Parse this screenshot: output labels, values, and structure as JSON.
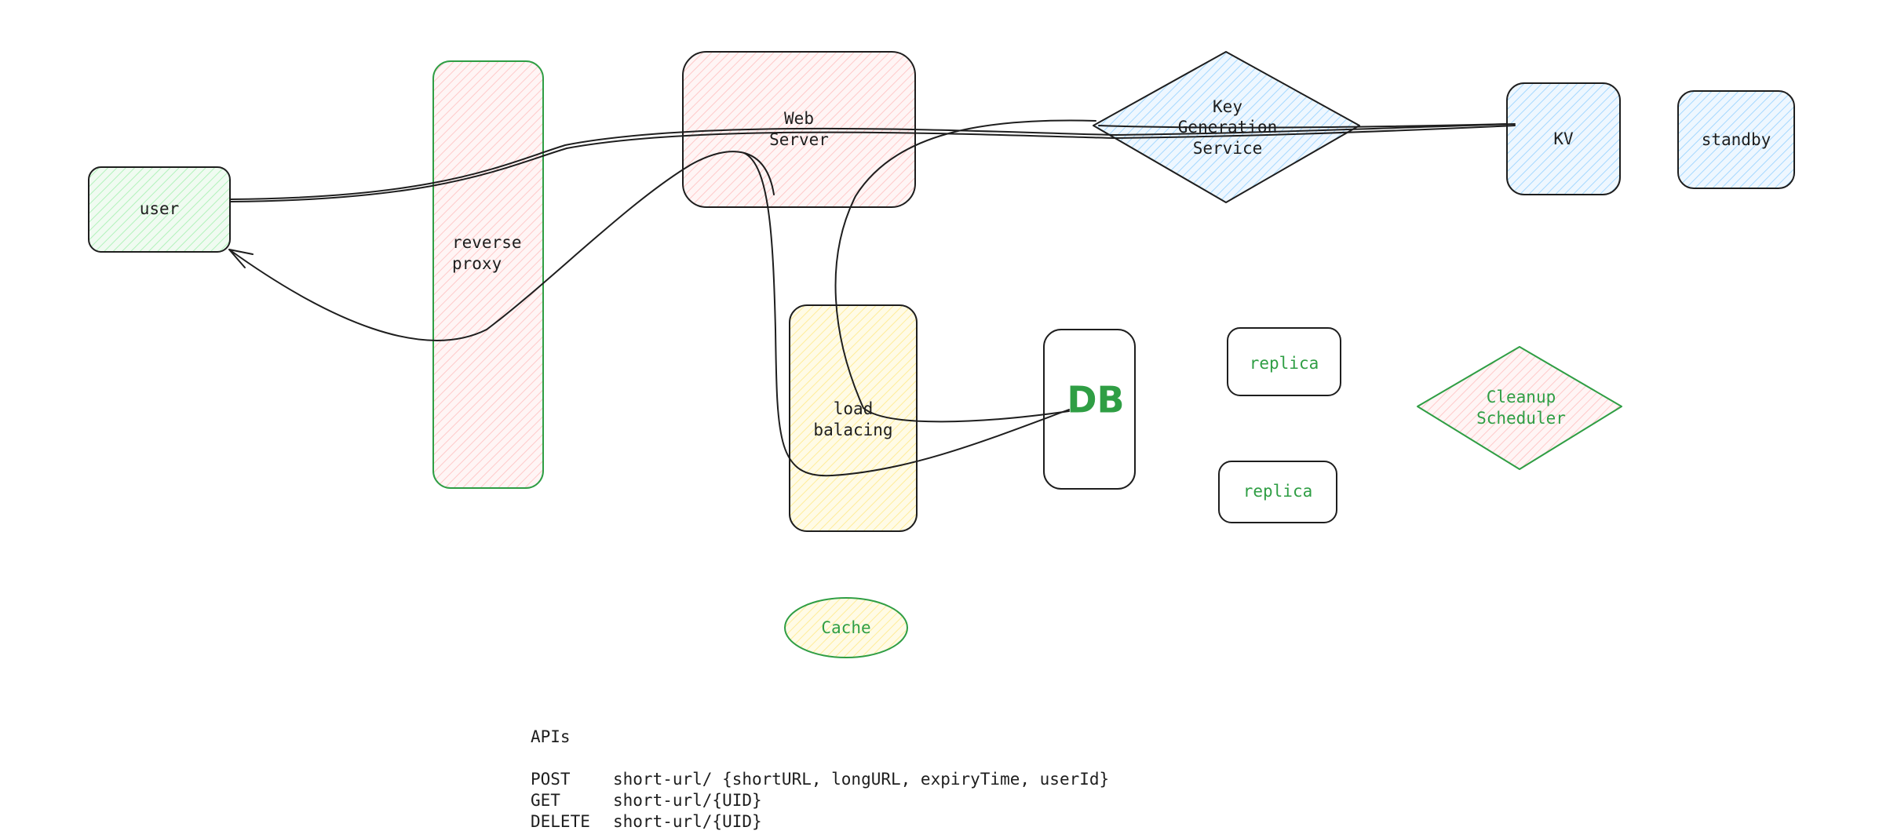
{
  "diagram": {
    "nodes": {
      "user": "user",
      "reverse_proxy": [
        "reverse",
        "proxy"
      ],
      "web_server": [
        "Web",
        "Server"
      ],
      "key_generation_service": [
        "Key",
        "Generation",
        "Service"
      ],
      "kv": "KV",
      "standby": "standby",
      "load_balancing": [
        "load",
        "balacing"
      ],
      "db": "DB",
      "replica_1": "replica",
      "replica_2": "replica",
      "cleanup_scheduler": [
        "Cleanup",
        "Scheduler"
      ],
      "cache": "Cache"
    },
    "colors": {
      "stroke": "#1e1e1e",
      "green": "#2f9e44",
      "green_fill": "#b2f2bb",
      "pink_fill": "#ffc9c9",
      "blue_fill": "#a5d8ff",
      "yellow_fill": "#ffec99"
    }
  },
  "apis": {
    "heading": "APIs",
    "endpoints": [
      {
        "method": "POST",
        "path": "short-url/ {shortURL, longURL, expiryTime, userId}"
      },
      {
        "method": "GET",
        "path": "short-url/{UID}"
      },
      {
        "method": "DELETE",
        "path": "short-url/{UID}"
      }
    ]
  }
}
